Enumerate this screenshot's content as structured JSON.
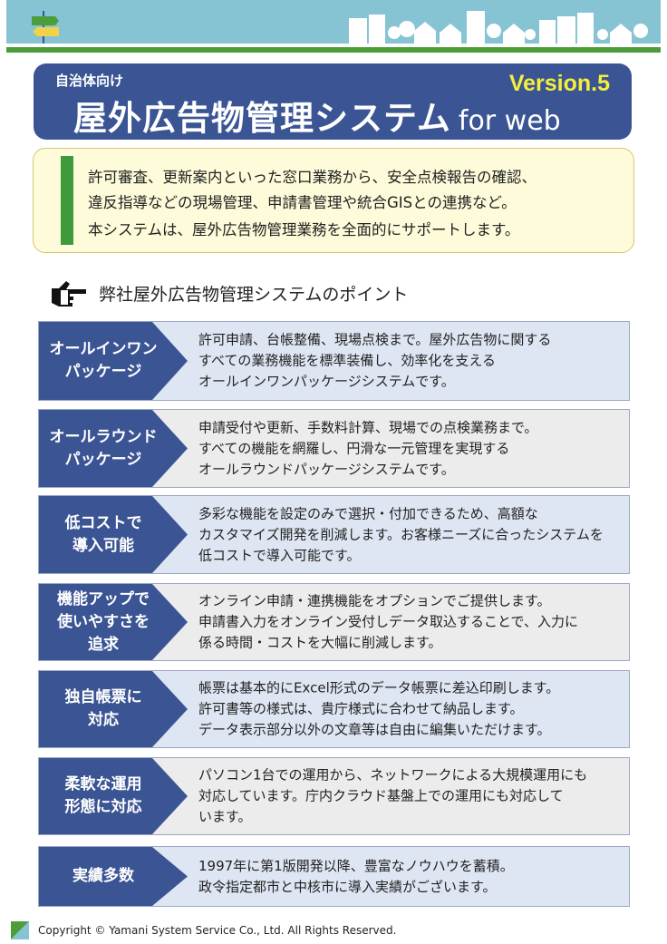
{
  "header": {
    "subtitle": "自治体向け",
    "title": "屋外広告物管理システム",
    "suffix": "for web",
    "version": "Version.5"
  },
  "intro": {
    "lines": [
      "許可審査、更新案内といった窓口業務から、安全点検報告の確認、",
      "違反指導などの現場管理、申請書管理や統合GISとの連携など。",
      "本システムは、屋外広告物管理業務を全面的にサポートします。"
    ]
  },
  "section_title": "弊社屋外広告物管理システムのポイント",
  "points": [
    {
      "label": "オールインワン\nパッケージ",
      "text": "許可申請、台帳整備、現場点検まで。屋外広告物に関する\nすべての業務機能を標準装備し、効率化を支える\nオールインワンパッケージシステムです。"
    },
    {
      "label": "オールラウンド\nパッケージ",
      "text": "申請受付や更新、手数料計算、現場での点検業務まで。\nすべての機能を網羅し、円滑な一元管理を実現する\nオールラウンドパッケージシステムです。"
    },
    {
      "label": "低コストで\n導入可能",
      "text": "多彩な機能を設定のみで選択・付加できるため、高額な\nカスタマイズ開発を削減します。お客様ニーズに合ったシステムを\n低コストで導入可能です。"
    },
    {
      "label": "機能アップで\n使いやすさを\n追求",
      "text": "オンライン申請・連携機能をオプションでご提供します。\n申請書入力をオンライン受付しデータ取込することで、入力に\n係る時間・コストを大幅に削減します。"
    },
    {
      "label": "独自帳票に\n対応",
      "text": "帳票は基本的にExcel形式のデータ帳票に差込印刷します。\n許可書等の様式は、貴庁様式に合わせて納品します。\nデータ表示部分以外の文章等は自由に編集いただけます。"
    },
    {
      "label": "柔軟な運用\n形態に対応",
      "text": "パソコン1台での運用から、ネットワークによる大規模運用にも\n対応しています。庁内クラウド基盤上での運用にも対応して\nいます。"
    },
    {
      "label": "実績多数",
      "text": "1997年に第1版開発以降、豊富なノウハウを蓄積。\n政令指定都市と中核市に導入実績がございます。"
    }
  ],
  "footer": "Copyright © Yamani System Service Co., Ltd. All Rights Reserved.",
  "colors": {
    "navy": "#3b5594",
    "green": "#4d9e3a",
    "sky": "#86c3d3",
    "version": "#f5ee3a",
    "row_blue": "#dfe6f3",
    "row_gray": "#ececec"
  }
}
